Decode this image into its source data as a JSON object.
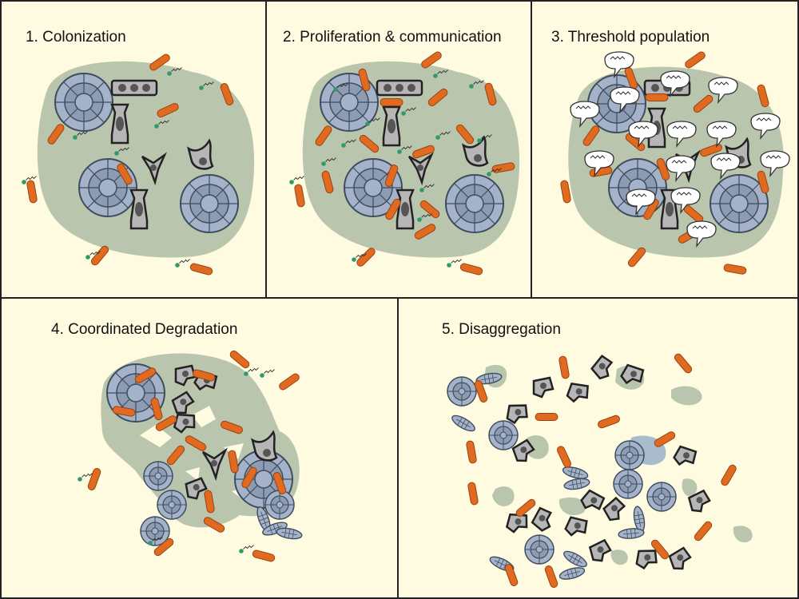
{
  "panels": [
    {
      "id": "p1",
      "title": "1. Colonization"
    },
    {
      "id": "p2",
      "title": "2. Proliferation & communication"
    },
    {
      "id": "p3",
      "title": "3. Threshold population"
    },
    {
      "id": "p4",
      "title": "4. Coordinated Degradation"
    },
    {
      "id": "p5",
      "title": "5. Disaggregation"
    }
  ],
  "colors": {
    "background": "#fefbe0",
    "border": "#222222",
    "aggregate": "#b9c6ad",
    "bacterium": "#e06a1f",
    "bacterium_outline": "#9a4313",
    "diatom_fill": "#a4b3c9",
    "diatom_line": "#3e4d5e",
    "cell_fill": "#b6b6b6",
    "cell_nucleus": "#555555",
    "signal_molecule": "#2e9b6d",
    "speech_bubble": "#ffffff"
  }
}
